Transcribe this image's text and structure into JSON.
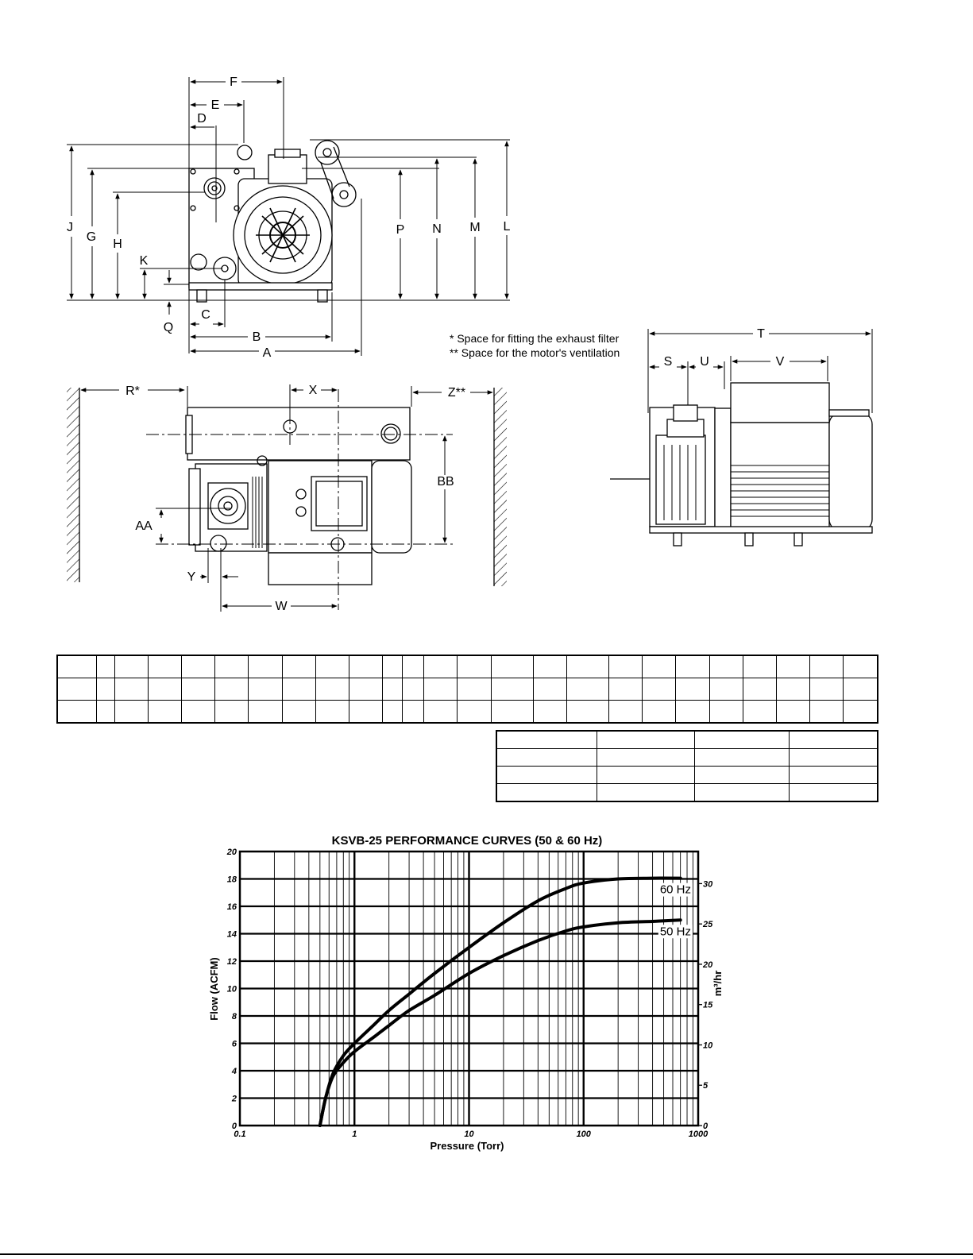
{
  "drawing": {
    "front_labels": [
      "F",
      "E",
      "D",
      "J",
      "G",
      "H",
      "K",
      "P",
      "N",
      "M",
      "L",
      "Q",
      "C",
      "B",
      "A"
    ],
    "top_labels": [
      "R*",
      "X",
      "Z**",
      "AA",
      "BB",
      "Y",
      "W"
    ],
    "side_labels": [
      "T",
      "S",
      "U",
      "V"
    ],
    "notes": [
      "* Space for fitting the exhaust filter",
      "** Space for the motor's ventilation"
    ]
  },
  "chart_data": {
    "type": "line",
    "title": "KSVB-25 PERFORMANCE CURVES (50 & 60 Hz)",
    "xlabel": "Pressure (Torr)",
    "ylabel": "Flow (ACFM)",
    "y2label": "m³/hr",
    "xscale": "log",
    "xlim": [
      0.1,
      1000
    ],
    "ylim": [
      0,
      20
    ],
    "y2lim": [
      0,
      33.98
    ],
    "xticks": [
      "0.1",
      "1",
      "10",
      "100",
      "1000"
    ],
    "yticks": [
      "0",
      "2",
      "4",
      "6",
      "8",
      "10",
      "12",
      "14",
      "16",
      "18",
      "20"
    ],
    "y2ticks": [
      "0",
      "5",
      "10",
      "15",
      "20",
      "25",
      "30"
    ],
    "grid": true,
    "series": [
      {
        "name": "60 Hz",
        "x": [
          0.5,
          0.56,
          0.65,
          0.8,
          1,
          1.5,
          2,
          3,
          5,
          10,
          20,
          40,
          70,
          100,
          200,
          400,
          700
        ],
        "y": [
          0,
          2,
          3.8,
          5.1,
          6.0,
          7.4,
          8.4,
          9.6,
          11.1,
          13.0,
          14.8,
          16.4,
          17.3,
          17.7,
          18.0,
          18.05,
          18.05
        ]
      },
      {
        "name": "50 Hz",
        "x": [
          0.5,
          0.56,
          0.65,
          0.8,
          1,
          1.5,
          2,
          3,
          5,
          10,
          20,
          40,
          70,
          100,
          200,
          400,
          700
        ],
        "y": [
          0,
          2,
          3.6,
          4.6,
          5.4,
          6.5,
          7.3,
          8.4,
          9.5,
          11.1,
          12.4,
          13.5,
          14.2,
          14.5,
          14.8,
          14.9,
          15.0
        ]
      }
    ]
  }
}
